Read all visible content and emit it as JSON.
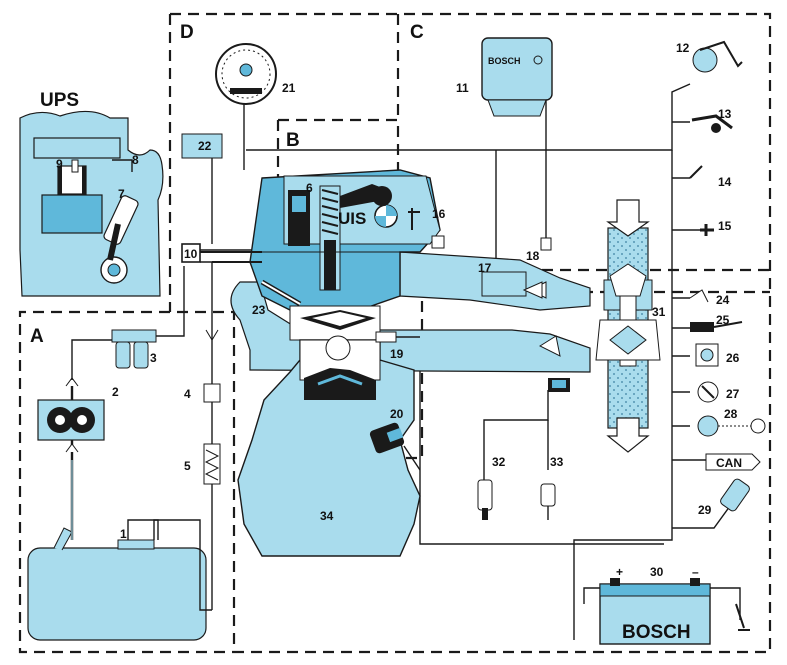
{
  "sections": {
    "ups": "UPS",
    "a": "A",
    "b": "B",
    "c": "C",
    "d": "D",
    "uis": "UIS"
  },
  "brand": {
    "ecu_logo": "BOSCH",
    "battery_logo": "BOSCH"
  },
  "battery": {
    "plus": "+",
    "minus": "–",
    "number": "30"
  },
  "can_label": "CAN",
  "numbers": {
    "n1": "1",
    "n2": "2",
    "n3": "3",
    "n4": "4",
    "n5": "5",
    "n6": "6",
    "n7": "7",
    "n8": "8",
    "n9": "9",
    "n10": "10",
    "n11": "11",
    "n12": "12",
    "n13": "13",
    "n14": "14",
    "n15": "15",
    "n16": "16",
    "n17": "17",
    "n18": "18",
    "n19": "19",
    "n20": "20",
    "n21": "21",
    "n22": "22",
    "n23": "23",
    "n24": "24",
    "n25": "25",
    "n26": "26",
    "n27": "27",
    "n28": "28",
    "n29": "29",
    "n31": "31",
    "n32": "32",
    "n33": "33",
    "n34": "34"
  },
  "colors": {
    "component_fill": "#a9dced",
    "flow_fill": "#5fb8da",
    "line": "#1a1a1a",
    "background": "#ffffff"
  }
}
